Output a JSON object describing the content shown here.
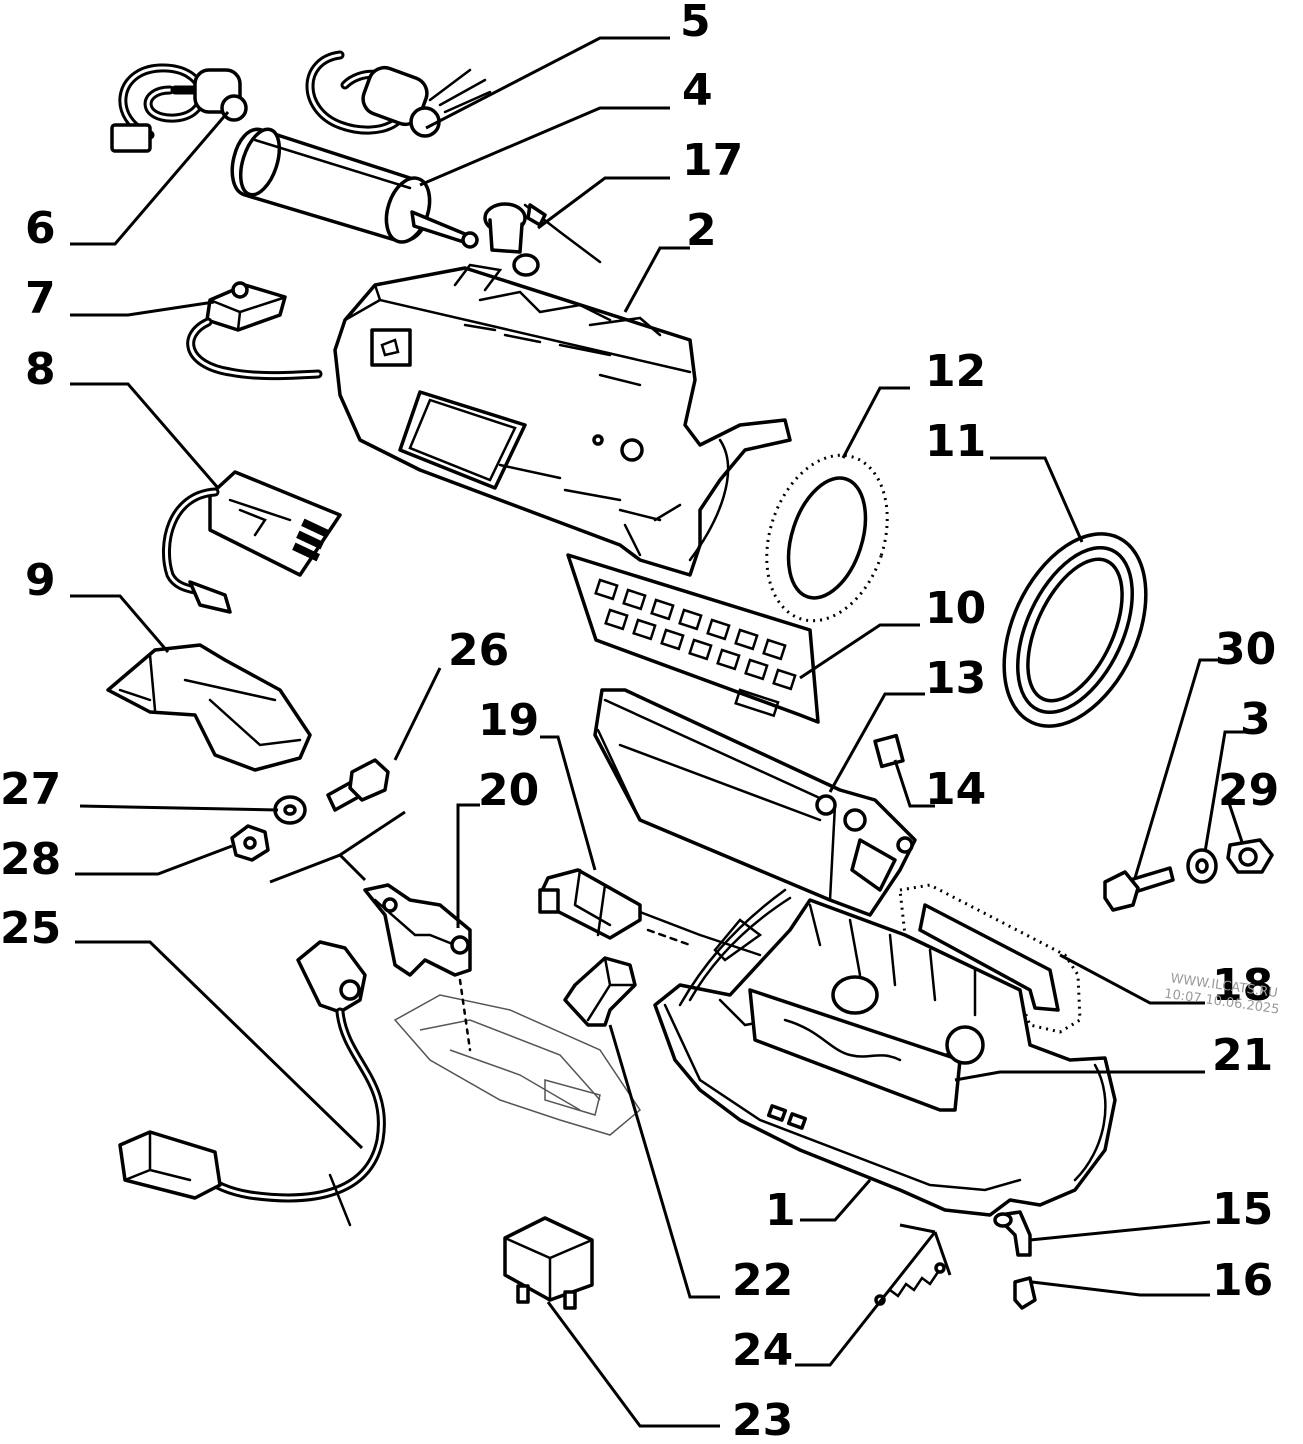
{
  "callouts": {
    "c1": "1",
    "c2": "2",
    "c3": "3",
    "c4": "4",
    "c5": "5",
    "c6": "6",
    "c7": "7",
    "c8": "8",
    "c9": "9",
    "c10": "10",
    "c11": "11",
    "c12": "12",
    "c13": "13",
    "c14": "14",
    "c15": "15",
    "c16": "16",
    "c17": "17",
    "c18": "18",
    "c19": "19",
    "c20": "20",
    "c21": "21",
    "c22": "22",
    "c23": "23",
    "c24": "24",
    "c25": "25",
    "c26": "26",
    "c27": "27",
    "c28": "28",
    "c29": "29",
    "c30": "30"
  },
  "watermark": {
    "line1": "WWW.ILCATS.RU",
    "line2": "10:07 10.06.2025"
  }
}
